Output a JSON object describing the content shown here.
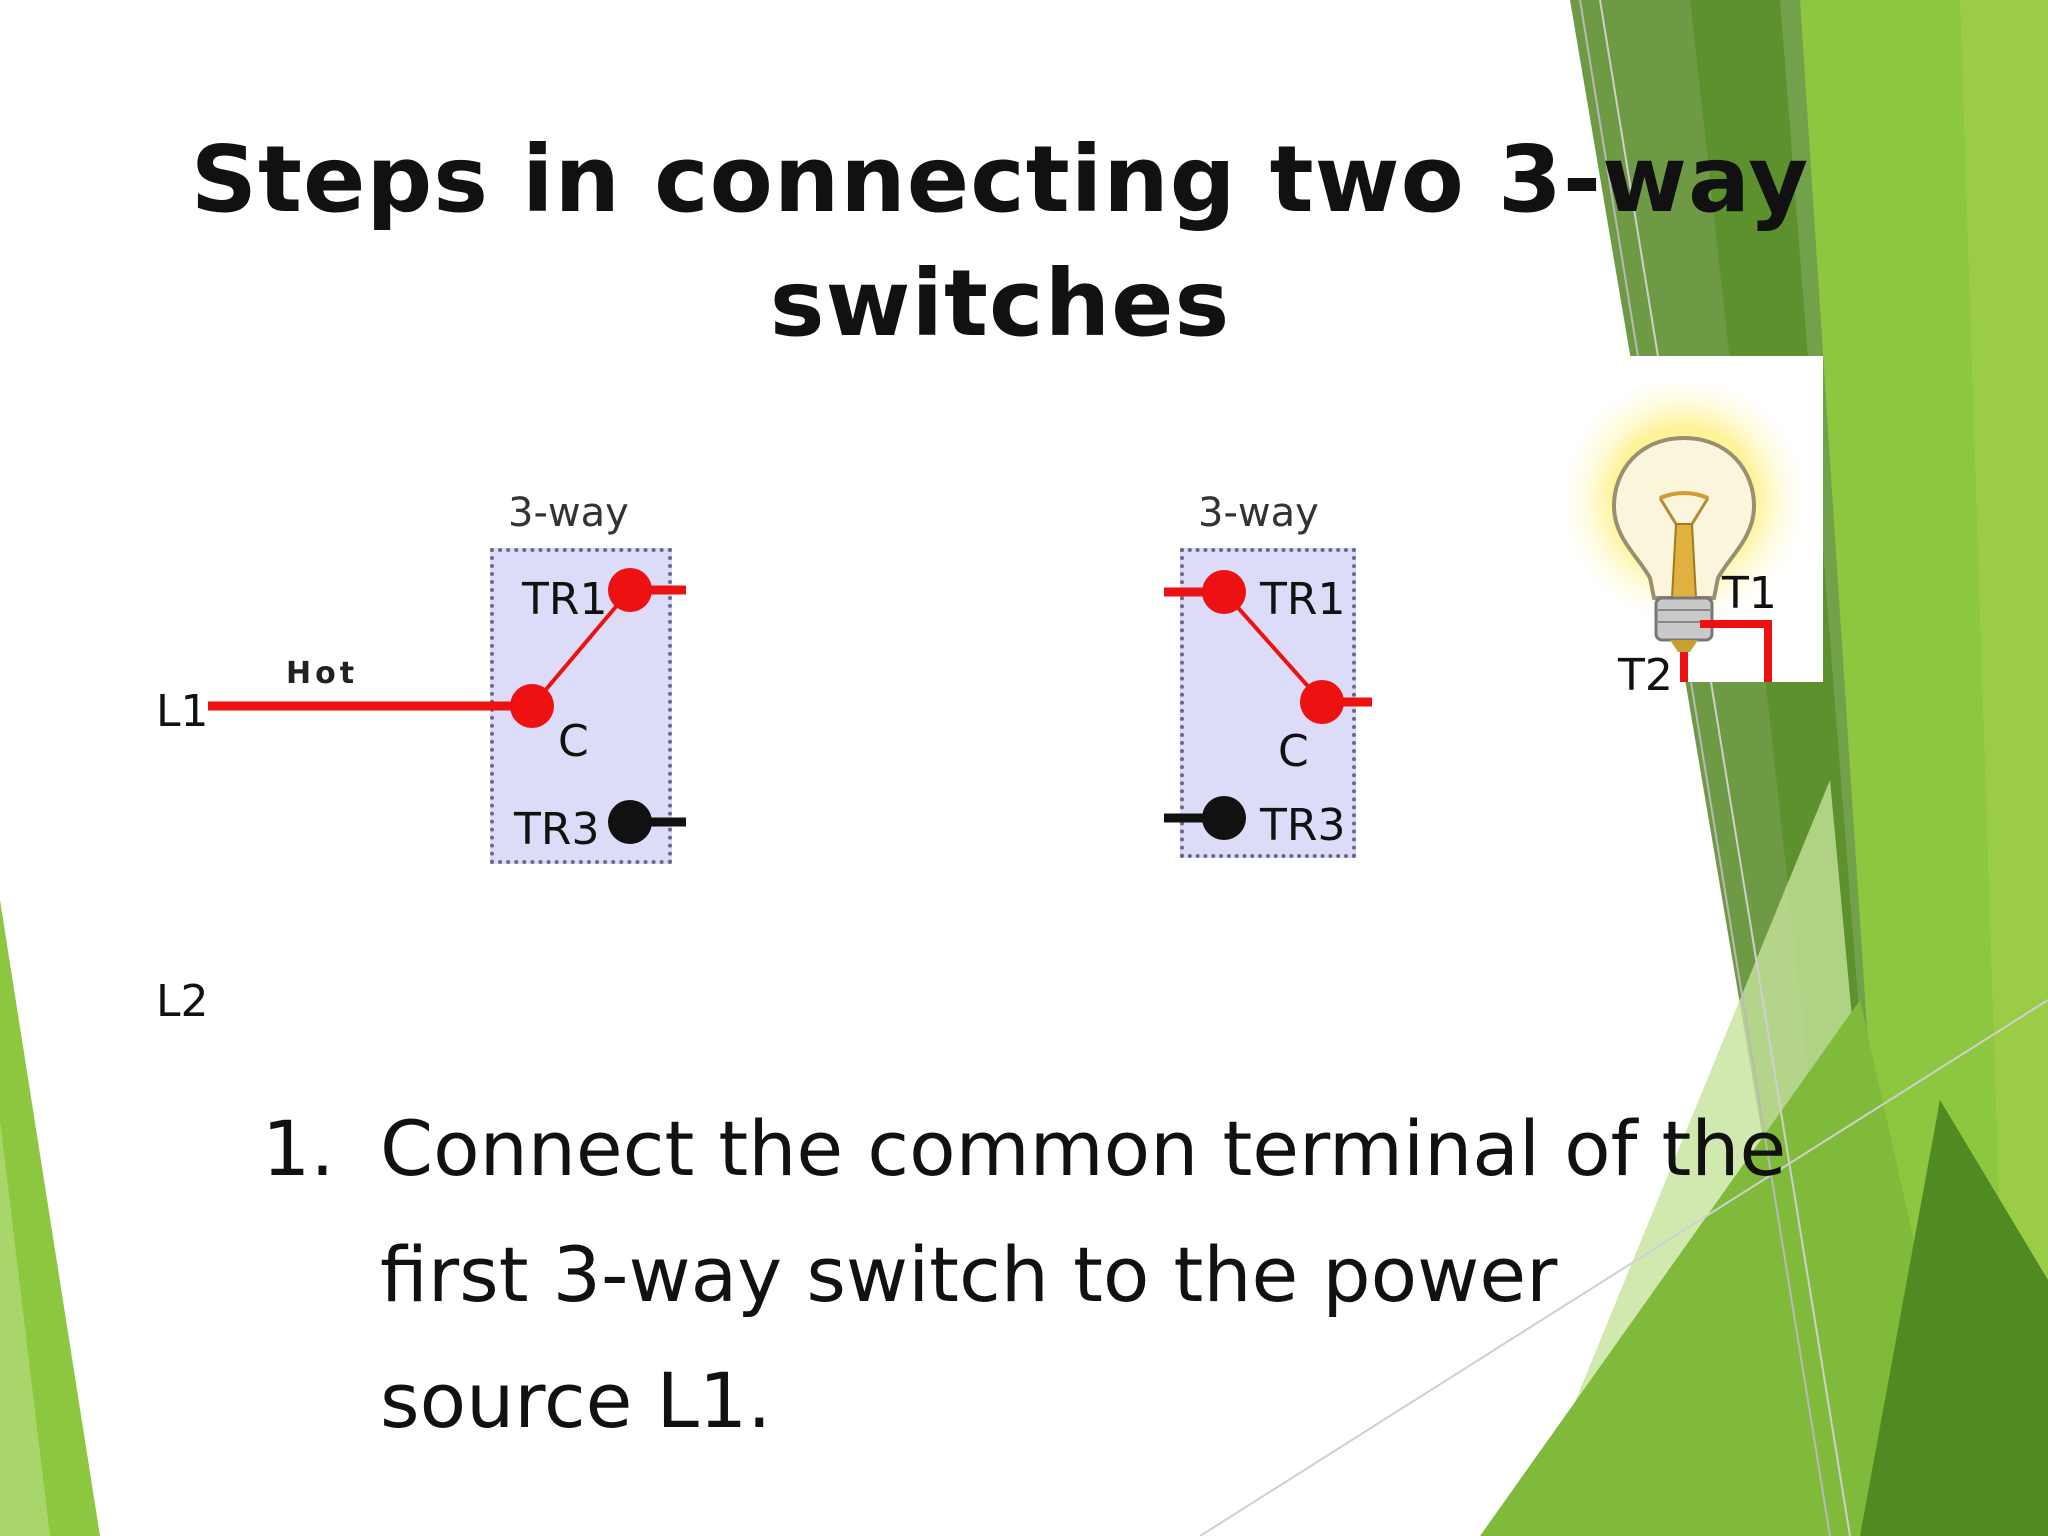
{
  "slide": {
    "title_line1": "Steps in connecting two 3-way",
    "title_line2": "switches",
    "colors": {
      "wire_hot": "#ee1111",
      "wire_neutral": "#111111",
      "switch_fill": "#dcdcf8",
      "green_dark": "#5a8f2e",
      "green_light": "#8cc63f"
    }
  },
  "diagram": {
    "line_labels": {
      "l1": "L1",
      "l2": "L2"
    },
    "hot_label": "Hot",
    "switch_1": {
      "header": "3-way",
      "terminal_tr1": "TR1",
      "terminal_c": "C",
      "terminal_tr3": "TR3"
    },
    "switch_2": {
      "header": "3-way",
      "terminal_tr1": "TR1",
      "terminal_c": "C",
      "terminal_tr3": "TR3"
    },
    "bulb": {
      "icon": "light-bulb-icon",
      "terminal_t1": "T1",
      "terminal_t2": "T2"
    }
  },
  "steps": [
    {
      "number": "1.",
      "text": "Connect the common terminal of the first 3-way switch to the power source L1."
    }
  ]
}
